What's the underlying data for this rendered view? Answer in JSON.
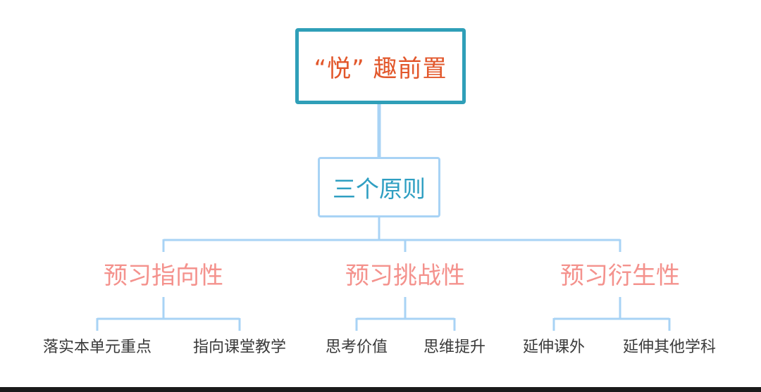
{
  "diagram": {
    "root": {
      "label": "“悦”  趣前置"
    },
    "principle": {
      "label": "三个原则"
    },
    "categories": [
      {
        "label": "预习指向性",
        "children": [
          {
            "label": "落实本单元重点"
          },
          {
            "label": "指向课堂教学"
          }
        ]
      },
      {
        "label": "预习挑战性",
        "children": [
          {
            "label": "思考价值"
          },
          {
            "label": "思维提升"
          }
        ]
      },
      {
        "label": "预习衍生性",
        "children": [
          {
            "label": "延伸课外"
          },
          {
            "label": "延伸其他学科"
          }
        ]
      }
    ]
  },
  "colors": {
    "root_border": "#2f9fb8",
    "root_text": "#e2572b",
    "principle_border": "#a8d3f5",
    "principle_text": "#2f9fc2",
    "category_text": "#f4928d",
    "connector": "#a8d3f5",
    "leaf_text": "#3a3a3a"
  }
}
